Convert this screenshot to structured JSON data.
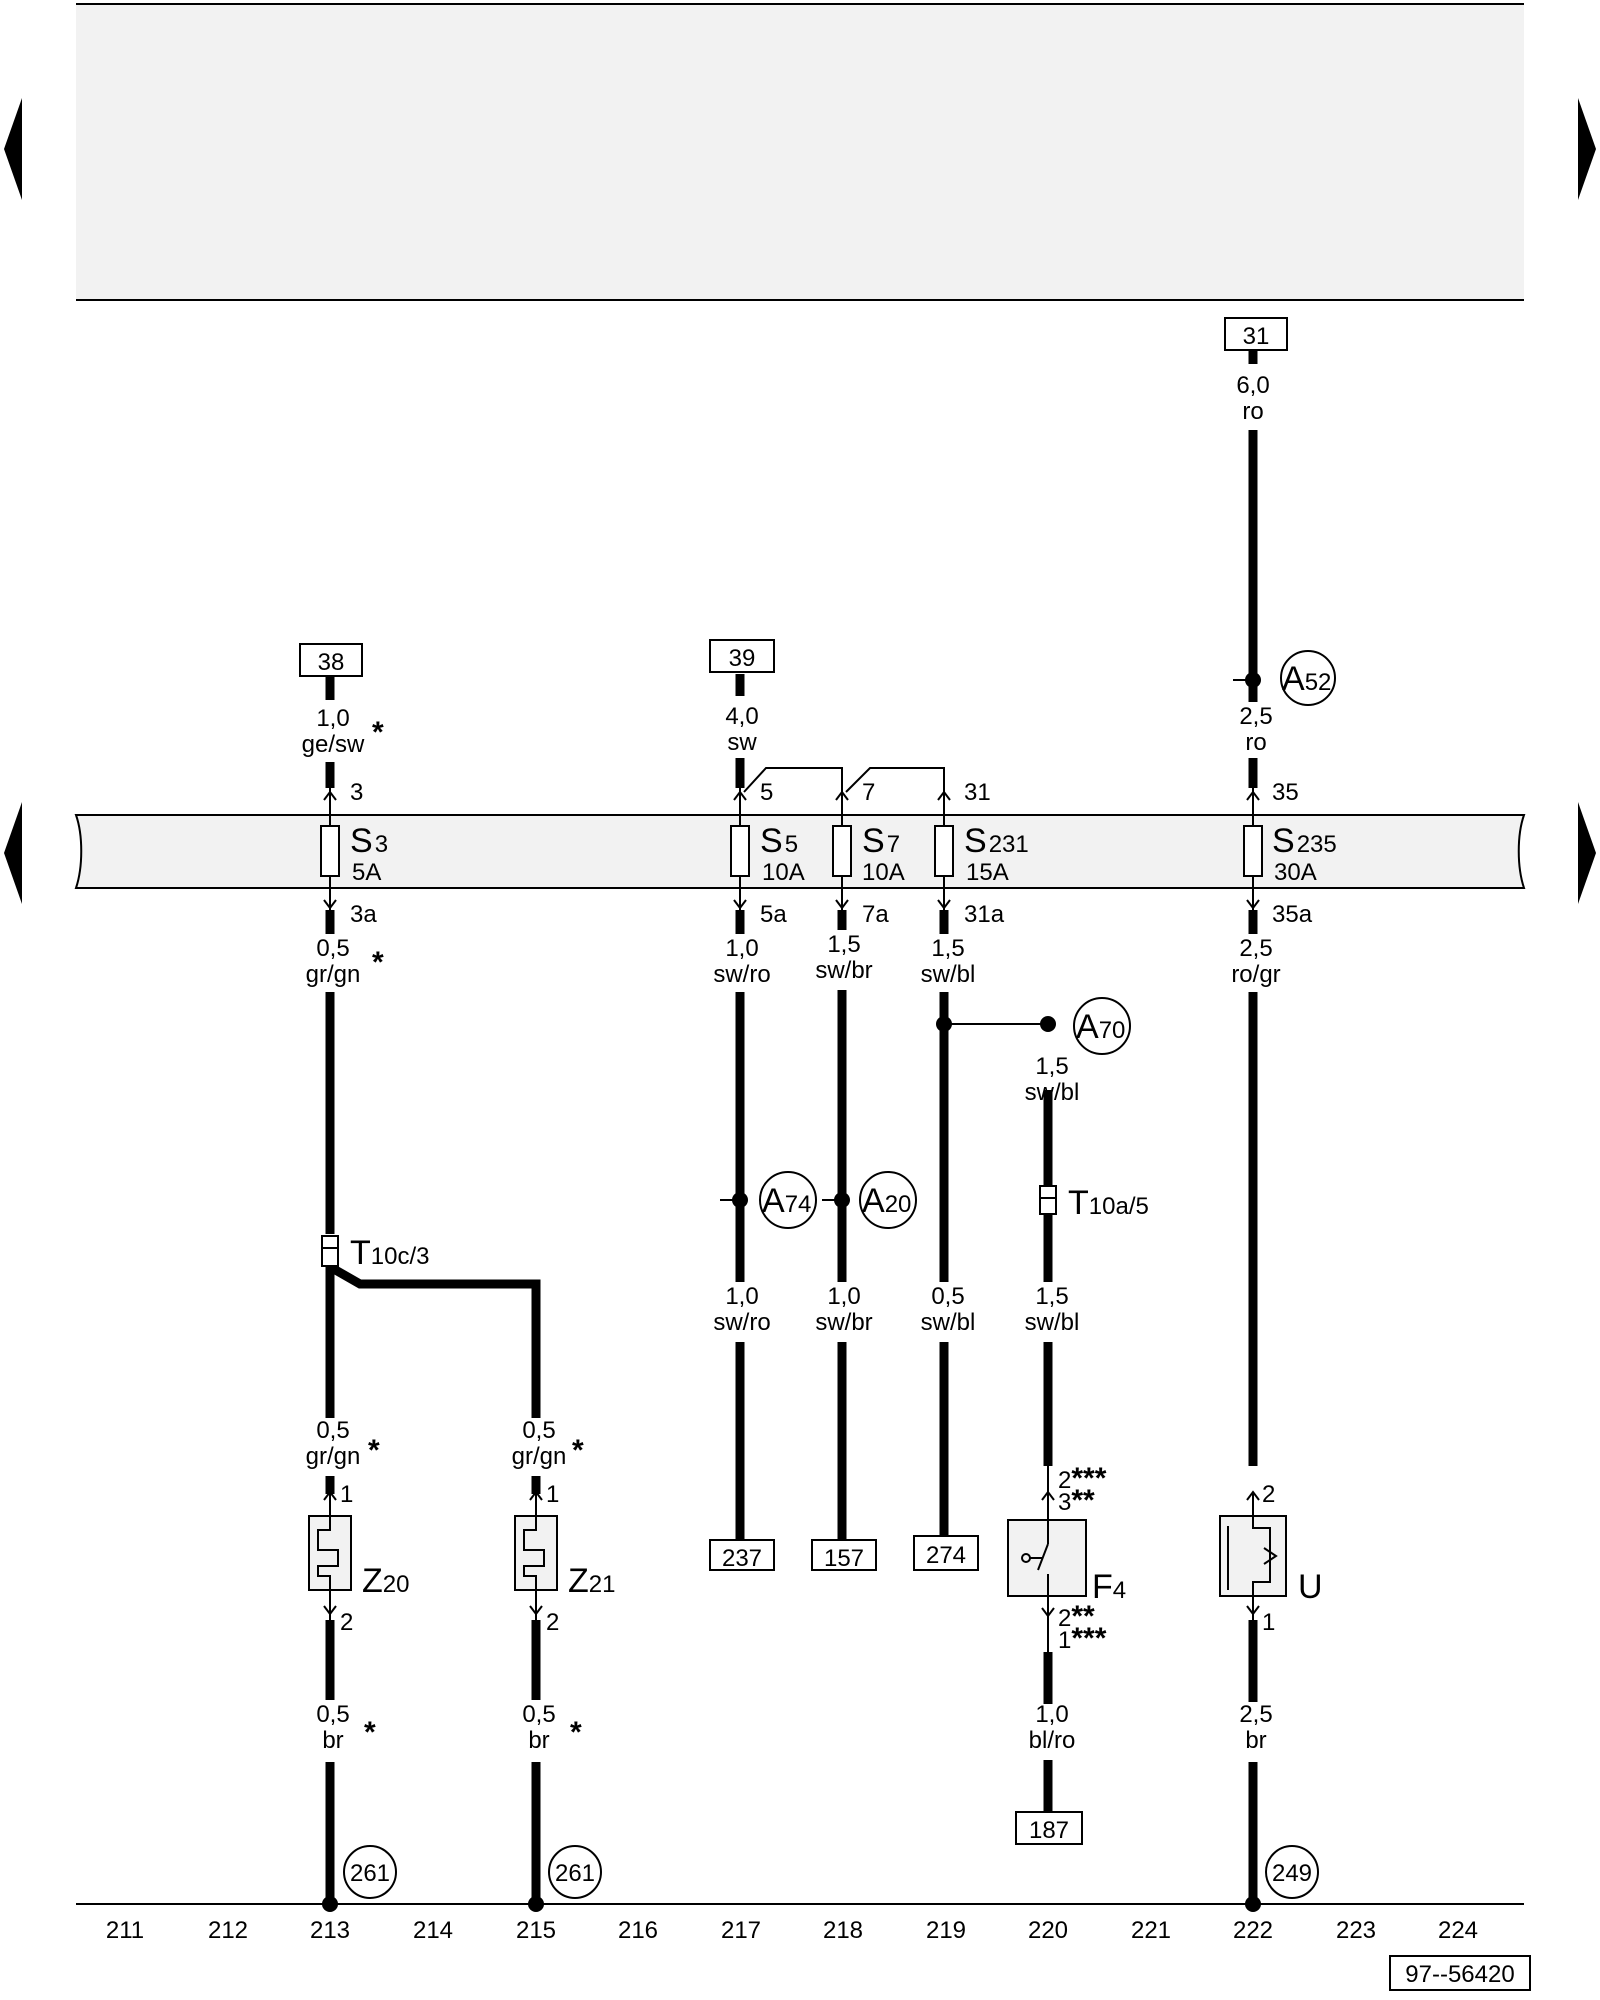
{
  "navigation": [
    "prev-page-top",
    "next-page-top",
    "prev-page-middle",
    "next-page-middle"
  ],
  "boxes": {
    "b31": "31",
    "b38": "38",
    "b39": "39",
    "b237": "237",
    "b157": "157",
    "b274": "274",
    "b187": "187"
  },
  "circles": {
    "A52": {
      "main": "A",
      "sub": "52"
    },
    "A70": {
      "main": "A",
      "sub": "70"
    },
    "A74": {
      "main": "A",
      "sub": "74"
    },
    "A20": {
      "main": "A",
      "sub": "20"
    },
    "g213": "261",
    "g215": "261",
    "g222": "249"
  },
  "fuses": {
    "S3": {
      "main": "S",
      "sub": "3",
      "rating": "5A",
      "pin_in": "3",
      "pin_out": "3a"
    },
    "S5": {
      "main": "S",
      "sub": "5",
      "rating": "10A",
      "pin_in": "5",
      "pin_out": "5a"
    },
    "S7": {
      "main": "S",
      "sub": "7",
      "rating": "10A",
      "pin_in": "7",
      "pin_out": "7a"
    },
    "S231": {
      "main": "S",
      "sub": "231",
      "rating": "15A",
      "pin_in": "31",
      "pin_out": "31a"
    },
    "S235": {
      "main": "S",
      "sub": "235",
      "rating": "30A",
      "pin_in": "35",
      "pin_out": "35a"
    }
  },
  "wires": {
    "w38": {
      "size": "1,0",
      "color": "ge/sw",
      "star": "*"
    },
    "w39": {
      "size": "4,0",
      "color": "sw"
    },
    "w31": {
      "size": "6,0",
      "color": "ro"
    },
    "w35": {
      "size": "2,5",
      "color": "ro"
    },
    "w3a": {
      "size": "0,5",
      "color": "gr/gn",
      "star": "*"
    },
    "w5a": {
      "size": "1,0",
      "color": "sw/ro"
    },
    "w7a": {
      "size": "1,5",
      "color": "sw/br"
    },
    "w31a": {
      "size": "1,5",
      "color": "sw/bl"
    },
    "w35a": {
      "size": "2,5",
      "color": "ro/gr"
    },
    "wA70": {
      "size": "1,5",
      "color": "sw/bl"
    },
    "w237": {
      "size": "1,0",
      "color": "sw/ro"
    },
    "w157": {
      "size": "1,0",
      "color": "sw/br"
    },
    "w274": {
      "size": "0,5",
      "color": "sw/bl"
    },
    "wF4in": {
      "size": "1,5",
      "color": "sw/bl"
    },
    "wZ20in": {
      "size": "0,5",
      "color": "gr/gn",
      "star": "*"
    },
    "wZ21in": {
      "size": "0,5",
      "color": "gr/gn",
      "star": "*"
    },
    "wZ20out": {
      "size": "0,5",
      "color": "br",
      "star": "*"
    },
    "wZ21out": {
      "size": "0,5",
      "color": "br",
      "star": "*"
    },
    "w187": {
      "size": "1,0",
      "color": "bl/ro"
    },
    "wUout": {
      "size": "2,5",
      "color": "br"
    }
  },
  "connectors": {
    "T10c": {
      "main": "T",
      "sub": "10c/3"
    },
    "T10a": {
      "main": "T",
      "sub": "10a/5"
    }
  },
  "components": {
    "Z20": {
      "main": "Z",
      "sub": "20",
      "pin_top": "1",
      "pin_bottom": "2"
    },
    "Z21": {
      "main": "Z",
      "sub": "21",
      "pin_top": "1",
      "pin_bottom": "2"
    },
    "F4": {
      "main": "F",
      "sub": "4",
      "pin_top_a": "2",
      "pin_top_a_star": "***",
      "pin_top_b": "3",
      "pin_top_b_star": "**",
      "pin_bottom_a": "2",
      "pin_bottom_a_star": "**",
      "pin_bottom_b": "1",
      "pin_bottom_b_star": "***"
    },
    "U": {
      "main": "U",
      "pin_top": "2",
      "pin_bottom": "1"
    }
  },
  "track_numbers": [
    "211",
    "212",
    "213",
    "214",
    "215",
    "216",
    "217",
    "218",
    "219",
    "220",
    "221",
    "222",
    "223",
    "224"
  ],
  "drawing_number": "97--56420"
}
